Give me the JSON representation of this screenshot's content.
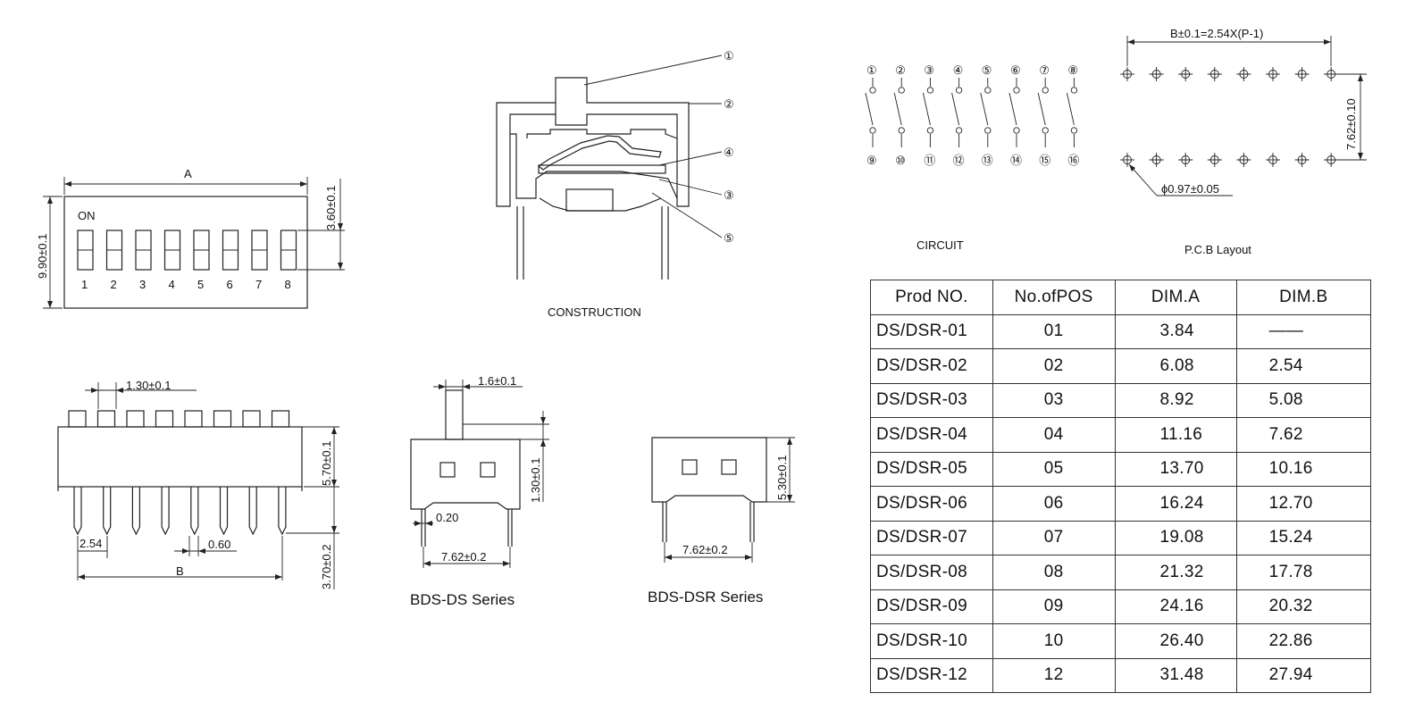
{
  "top_view": {
    "label_on": "ON",
    "dim_a": "A",
    "dim_height": "9.90±0.1",
    "dim_actuator": "3.60±0.1",
    "switch_numbers": [
      "1",
      "2",
      "3",
      "4",
      "5",
      "6",
      "7",
      "8"
    ]
  },
  "construction": {
    "caption": "CONSTRUCTION",
    "callouts": [
      "①",
      "②",
      "④",
      "③",
      "⑤"
    ]
  },
  "circuit": {
    "caption": "CIRCUIT",
    "top_pins": [
      "①",
      "②",
      "③",
      "④",
      "⑤",
      "⑥",
      "⑦",
      "⑧"
    ],
    "bottom_pins": [
      "⑨",
      "⑩",
      "⑪",
      "⑫",
      "⑬",
      "⑭",
      "⑮",
      "⑯"
    ]
  },
  "pcb": {
    "caption": "P.C.B Layout",
    "dim_b": "B±0.1=2.54X(P-1)",
    "dim_row": "7.62±0.10",
    "dim_hole": "ϕ0.97±0.05"
  },
  "side_view": {
    "dim_actuator_w": "1.30±0.1",
    "dim_body_h": "5.70±0.1",
    "dim_pitch": "2.54",
    "dim_pin_w": "0.60",
    "dim_b": "B",
    "dim_pin_len": "3.70±0.2"
  },
  "ds_series": {
    "caption": "BDS-DS Series",
    "dim_act_w": "1.6±0.1",
    "dim_act_h": "1.30±0.1",
    "dim_pin": "0.20",
    "dim_row": "7.62±0.2"
  },
  "dsr_series": {
    "caption": "BDS-DSR Series",
    "dim_h": "5.30±0.1",
    "dim_row": "7.62±0.2"
  },
  "table": {
    "headers": [
      "Prod NO.",
      "No.ofPOS",
      "DIM.A",
      "DIM.B"
    ],
    "rows": [
      [
        "DS/DSR-01",
        "01",
        "3.84",
        "——"
      ],
      [
        "DS/DSR-02",
        "02",
        "6.08",
        "2.54"
      ],
      [
        "DS/DSR-03",
        "03",
        "8.92",
        "5.08"
      ],
      [
        "DS/DSR-04",
        "04",
        "11.16",
        "7.62"
      ],
      [
        "DS/DSR-05",
        "05",
        "13.70",
        "10.16"
      ],
      [
        "DS/DSR-06",
        "06",
        "16.24",
        "12.70"
      ],
      [
        "DS/DSR-07",
        "07",
        "19.08",
        "15.24"
      ],
      [
        "DS/DSR-08",
        "08",
        "21.32",
        "17.78"
      ],
      [
        "DS/DSR-09",
        "09",
        "24.16",
        "20.32"
      ],
      [
        "DS/DSR-10",
        "10",
        "26.40",
        "22.86"
      ],
      [
        "DS/DSR-12",
        "12",
        "31.48",
        "27.94"
      ]
    ]
  }
}
